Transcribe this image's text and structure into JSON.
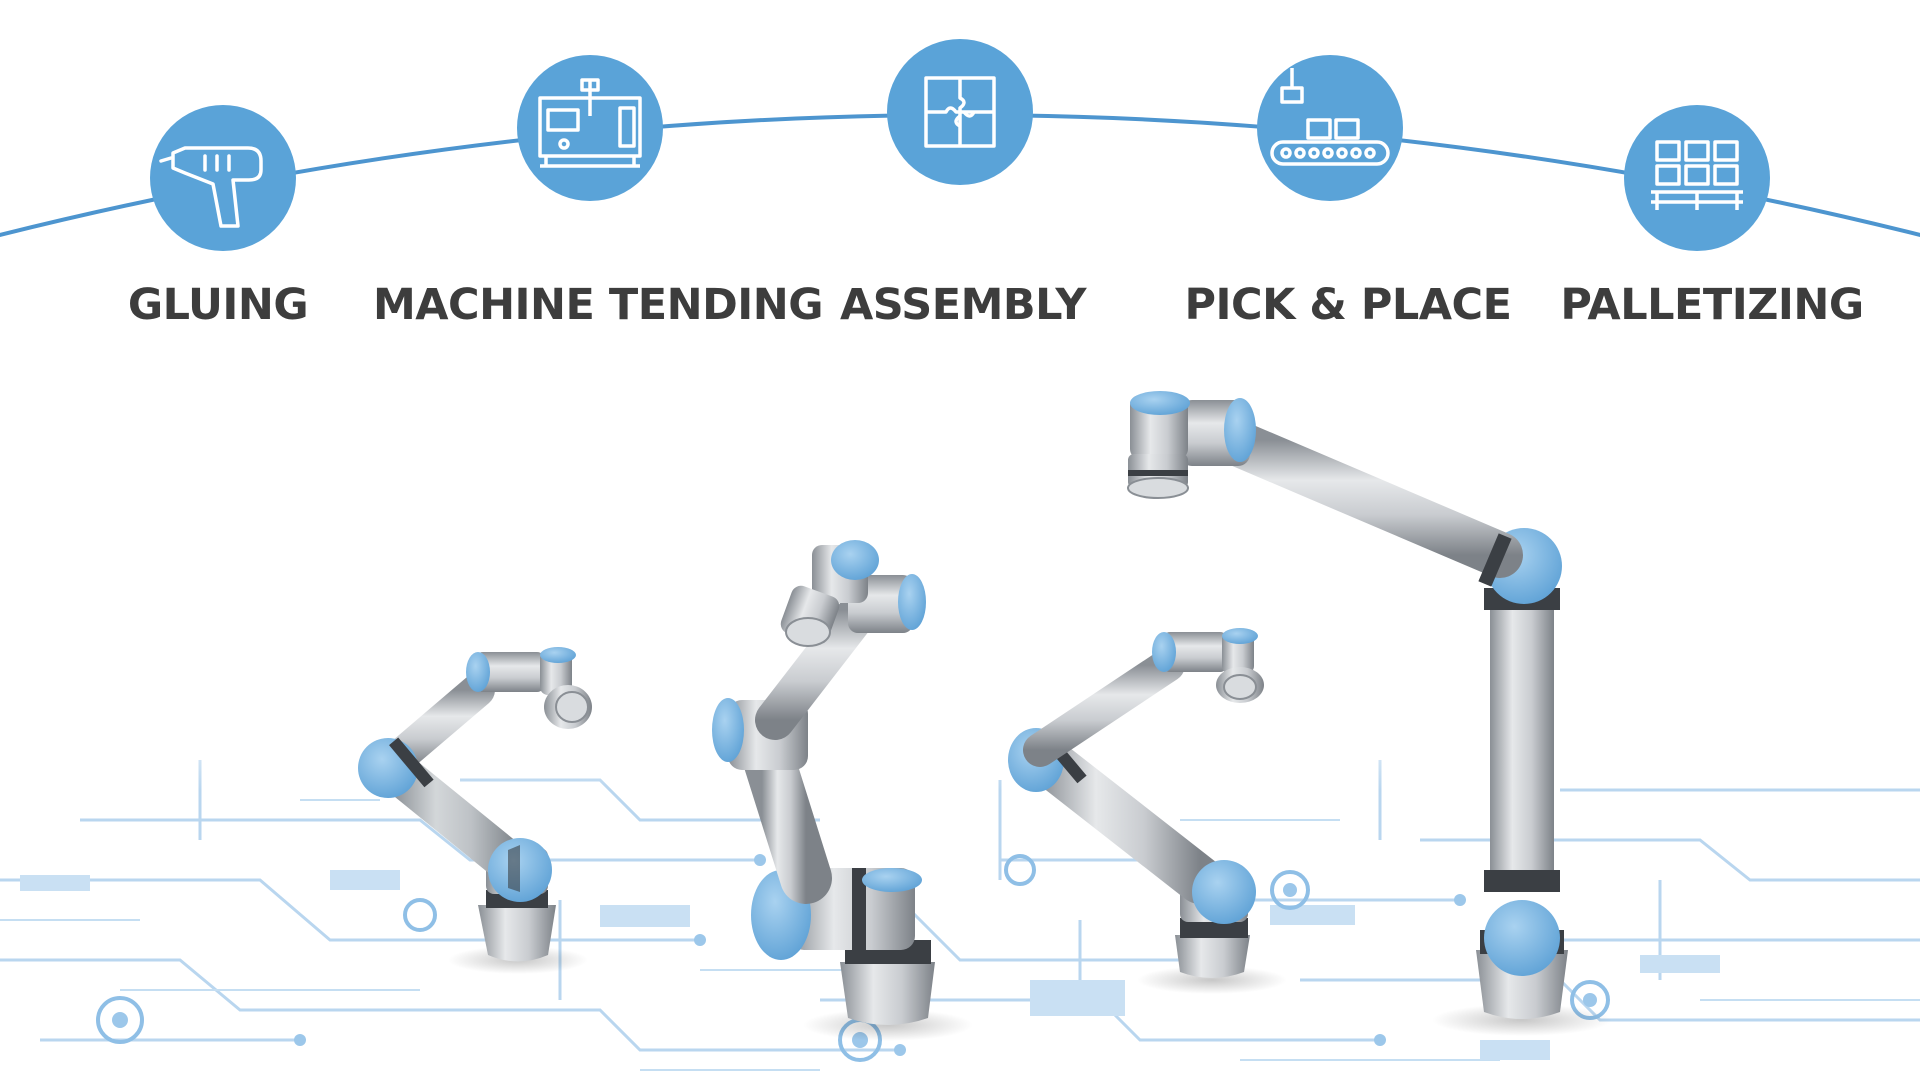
{
  "colors": {
    "accent": "#5aa3d8",
    "arc": "#4d95cf",
    "label": "#3d3d3d",
    "circuit": "#b9d6ef",
    "robot_joint": "#7fb7e3",
    "robot_metal": "#c6c9cd",
    "robot_dark": "#3b3f44"
  },
  "applications": [
    {
      "label": "GLUING",
      "icon": "glue-gun-icon"
    },
    {
      "label": "MACHINE TENDING",
      "icon": "cnc-machine-icon"
    },
    {
      "label": "ASSEMBLY",
      "icon": "puzzle-icon"
    },
    {
      "label": "PICK & PLACE",
      "icon": "conveyor-icon"
    },
    {
      "label": "PALLETIZING",
      "icon": "pallet-icon"
    }
  ],
  "robots": [
    {
      "name": "robot-arm-small",
      "pose": "folded"
    },
    {
      "name": "robot-arm-medium",
      "pose": "raised"
    },
    {
      "name": "robot-arm-mid",
      "pose": "folded"
    },
    {
      "name": "robot-arm-large",
      "pose": "extended"
    }
  ]
}
